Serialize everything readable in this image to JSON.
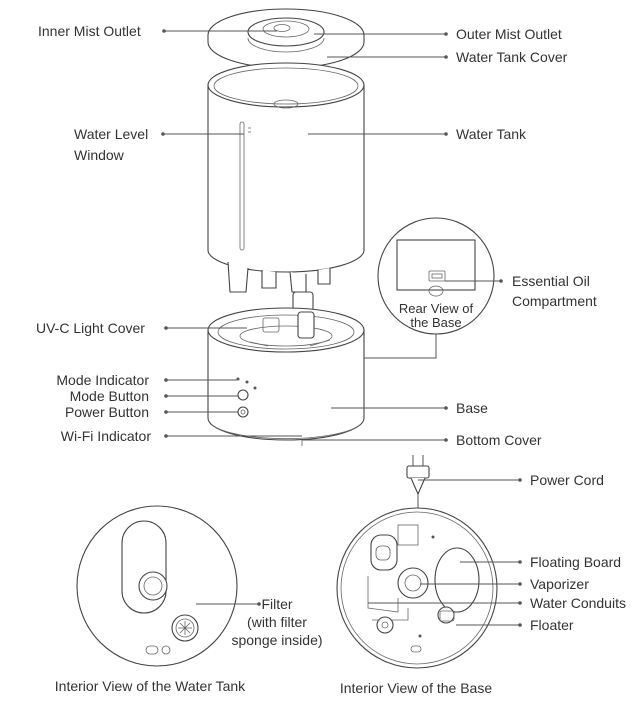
{
  "labels": {
    "inner_mist_outlet": "Inner Mist Outlet",
    "outer_mist_outlet": "Outer Mist Outlet",
    "water_tank_cover": "Water Tank Cover",
    "water_level_window_1": "Water Level",
    "water_level_window_2": "Window",
    "water_tank": "Water Tank",
    "essential_oil_1": "Essential Oil",
    "essential_oil_2": "Compartment",
    "rear_view_1": "Rear View of",
    "rear_view_2": "the Base",
    "uvc_light_cover": "UV-C Light Cover",
    "mode_indicator": "Mode Indicator",
    "mode_button": "Mode Button",
    "power_button": "Power Button",
    "wifi_indicator": "Wi-Fi Indicator",
    "base": "Base",
    "bottom_cover": "Bottom Cover",
    "power_cord": "Power Cord",
    "floating_board": "Floating Board",
    "vaporizer": "Vaporizer",
    "water_conduits": "Water Conduits",
    "floater": "Floater",
    "filter_1": "Filter",
    "filter_2": "(with filter",
    "filter_3": "sponge inside)",
    "interior_tank": "Interior View of the Water Tank",
    "interior_base": "Interior View of the Base"
  },
  "icons": {
    "humidifier": "humidifier-exploded-icon",
    "tank_interior": "tank-interior-icon",
    "base_interior": "base-interior-icon",
    "power_plug": "power-plug-icon"
  }
}
